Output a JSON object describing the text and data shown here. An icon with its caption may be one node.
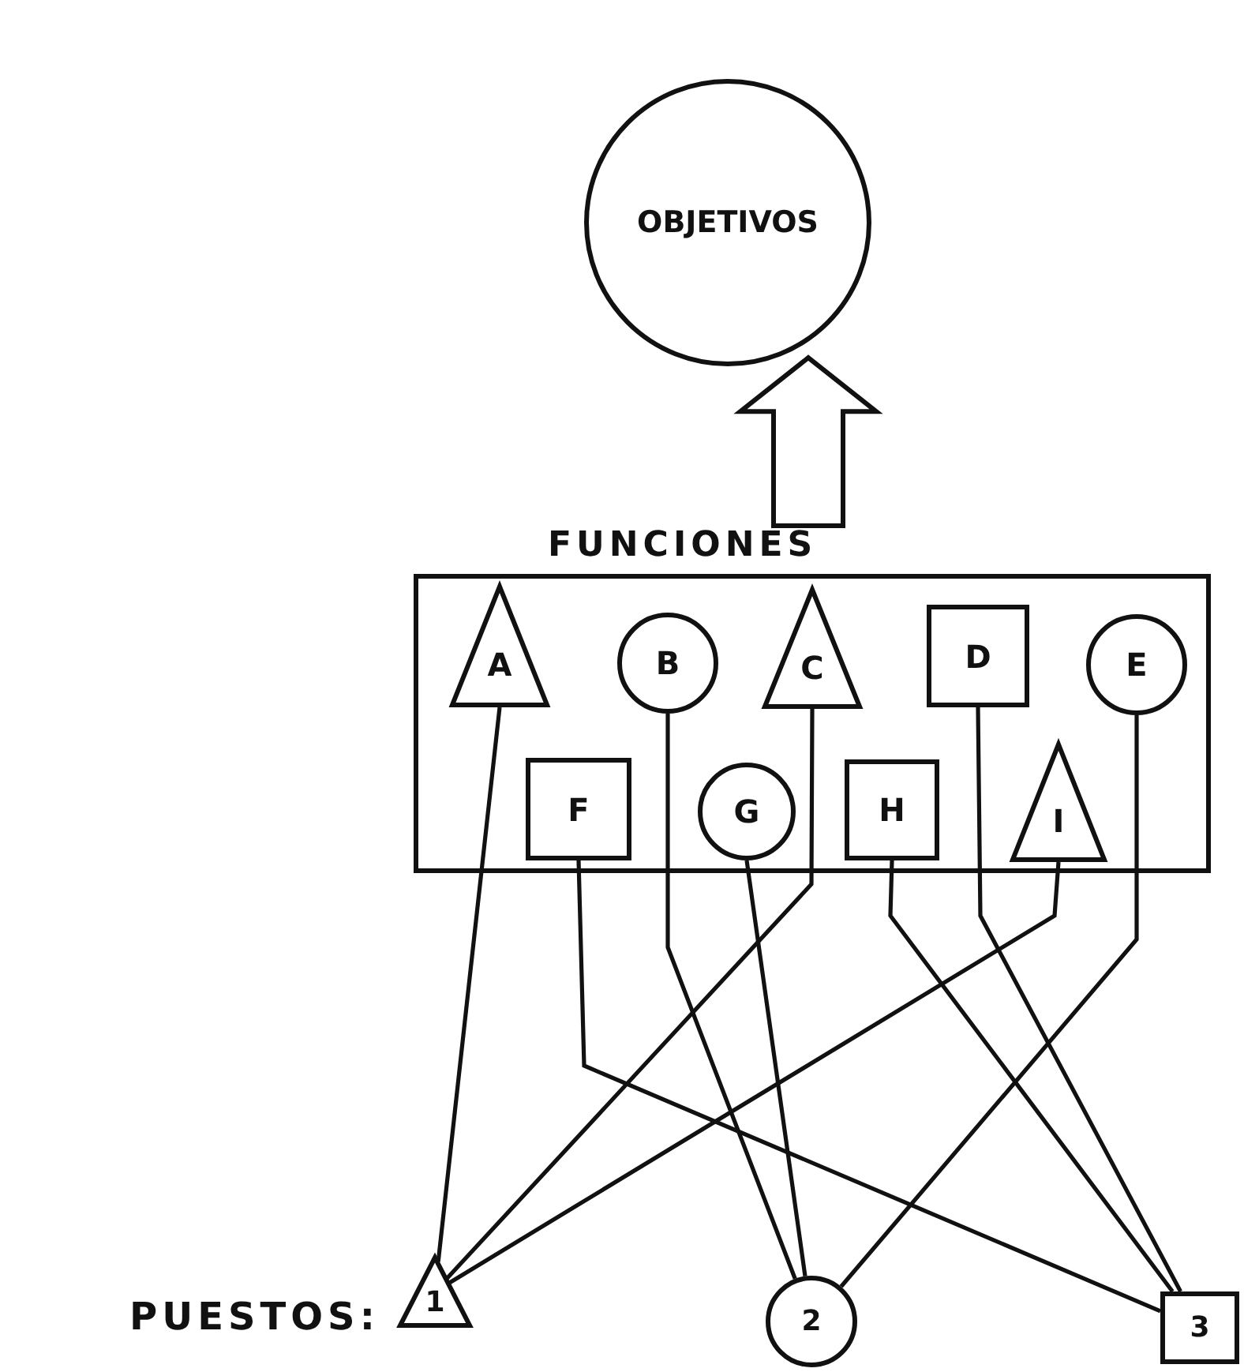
{
  "diagram": {
    "nodes": [
      {
        "text": [
          "OBJETIVOS"
        ]
      },
      {
        "text": [
          "FUNCIONES"
        ]
      },
      {
        "text": [
          "A"
        ],
        "in": 1
      },
      {
        "text": [
          "B"
        ],
        "in": 1
      },
      {
        "text": [
          "C"
        ],
        "in": 1
      },
      {
        "text": [
          "D"
        ],
        "in": 1
      },
      {
        "text": [
          "E"
        ],
        "in": 1
      },
      {
        "text": [
          "F"
        ],
        "in": 1
      },
      {
        "text": [
          "G"
        ],
        "in": 1
      },
      {
        "text": [
          "H"
        ],
        "in": 1
      },
      {
        "text": [
          "I"
        ],
        "in": 1
      },
      {
        "text": [
          "1"
        ]
      },
      {
        "text": [
          "2"
        ]
      },
      {
        "text": [
          "3"
        ]
      }
    ],
    "edges": [
      {
        "from": 1,
        "to": 0,
        "arrow": "to",
        "style": "thick"
      },
      {
        "from": 2,
        "to": 11,
        "arrow": "none"
      },
      {
        "from": 3,
        "to": 12,
        "arrow": "none"
      },
      {
        "from": 4,
        "to": 11,
        "arrow": "none"
      },
      {
        "from": 5,
        "to": 13,
        "arrow": "none"
      },
      {
        "from": 6,
        "to": 12,
        "arrow": "none"
      },
      {
        "from": 7,
        "to": 13,
        "arrow": "none"
      },
      {
        "from": 8,
        "to": 12,
        "arrow": "none"
      },
      {
        "from": 9,
        "to": 13,
        "arrow": "none"
      },
      {
        "from": 10,
        "to": 11,
        "arrow": "none"
      }
    ],
    "labels": [
      "PUESTOS:"
    ]
  }
}
